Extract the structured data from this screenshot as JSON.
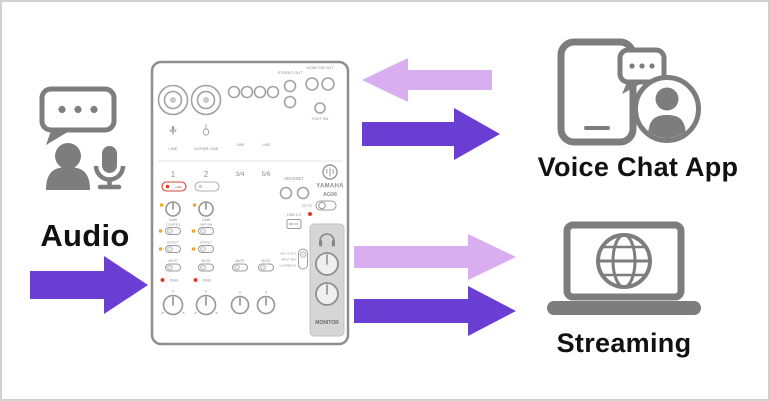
{
  "colors": {
    "arrow_dark": "#6a3ed2",
    "arrow_light": "#d9aef0",
    "icon_gray": "#7d7d7d",
    "canvas_border": "#d0d1d3",
    "label_text": "#111111",
    "mixer_outline": "#8d8d8d",
    "led_red": "#e0392b",
    "led_amber": "#f5a623"
  },
  "nodes": {
    "audio": {
      "label": "Audio"
    },
    "voice_chat": {
      "label": "Voice Chat App"
    },
    "streaming": {
      "label": "Streaming"
    }
  },
  "mixer": {
    "brand": "YAMAHA",
    "model": "AG06",
    "channels": [
      "1",
      "2",
      "3/4",
      "5/6"
    ],
    "jacks": {
      "stereo_out": "STEREO OUT",
      "monitor_out": "MONITOR OUT",
      "foot_sw": "FOOT SW",
      "headset": "HEADSET",
      "ch1_type": "LINE",
      "ch2_type": "GUITAR LINE",
      "ch34_type": "LINE",
      "ch56_type": "LINE"
    },
    "controls": {
      "phantom": "+48V",
      "gain": "GAIN",
      "comp_eq": "COMP/EQ",
      "amp_sim": "AMP SIM",
      "effect": "EFFECT",
      "mute": "MUTE",
      "peak": "PEAK",
      "to_pc": "TO PC",
      "usb": "USB 2.0",
      "dry_ch12": "DRY CH1-2",
      "input_mix": "INPUT MIX",
      "loopback": "LOOPBACK",
      "monitor": "MONITOR"
    }
  },
  "flows": [
    {
      "from": "Audio",
      "to": "Mixer",
      "tone": "dark"
    },
    {
      "from": "Voice Chat App",
      "to": "Mixer",
      "tone": "light"
    },
    {
      "from": "Mixer",
      "to": "Voice Chat App",
      "tone": "dark"
    },
    {
      "from": "Mixer",
      "to": "Streaming",
      "tone": "light"
    },
    {
      "from": "Mixer",
      "to": "Streaming",
      "tone": "dark"
    }
  ]
}
